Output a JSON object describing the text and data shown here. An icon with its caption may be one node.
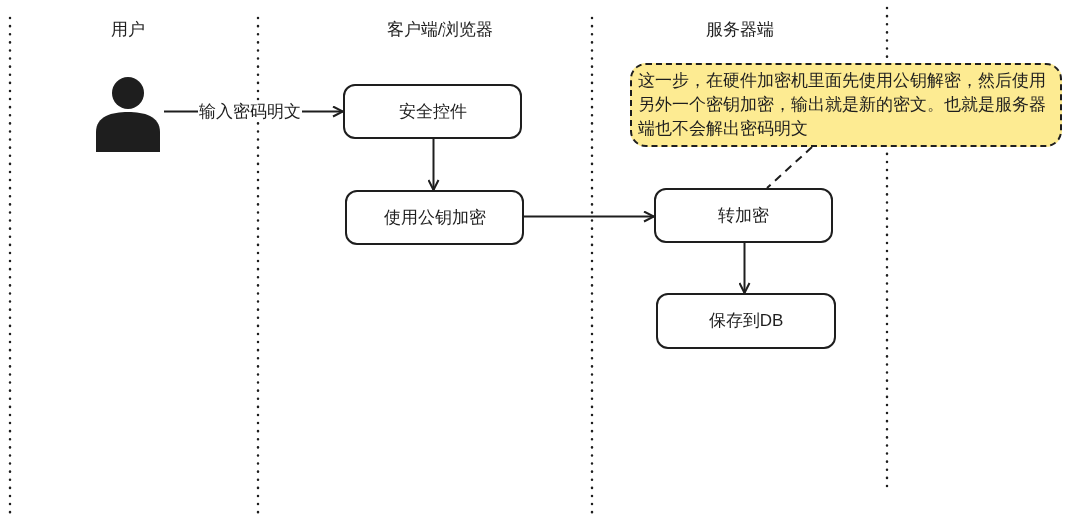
{
  "diagram": {
    "nodes": [
      {
        "text": [],
        "shape": "person"
      },
      {
        "text": [
          "安全控件"
        ]
      },
      {
        "text": [
          "使用公钥加密"
        ]
      },
      {
        "text": [
          "转加密"
        ]
      },
      {
        "text": [
          "保存到DB"
        ]
      },
      {
        "text": [
          "这一步，在硬件加密机里面先使用公钥解密，然后使用另外一个密钥加密，输出就是新的密文。也就是服务器端也不会解出密码明文"
        ]
      }
    ],
    "edges": [
      {
        "from": 0,
        "to": 1,
        "arrow": "to",
        "label": "输入密码明文"
      },
      {
        "from": 1,
        "to": 2,
        "arrow": "to"
      },
      {
        "from": 2,
        "to": 3,
        "arrow": "to"
      },
      {
        "from": 3,
        "to": 4,
        "arrow": "to"
      },
      {
        "from": 5,
        "to": 3,
        "arrow": "none",
        "style": "dashed"
      }
    ],
    "labels": [
      "用户",
      "客户端/浏览器",
      "服务器端"
    ]
  }
}
